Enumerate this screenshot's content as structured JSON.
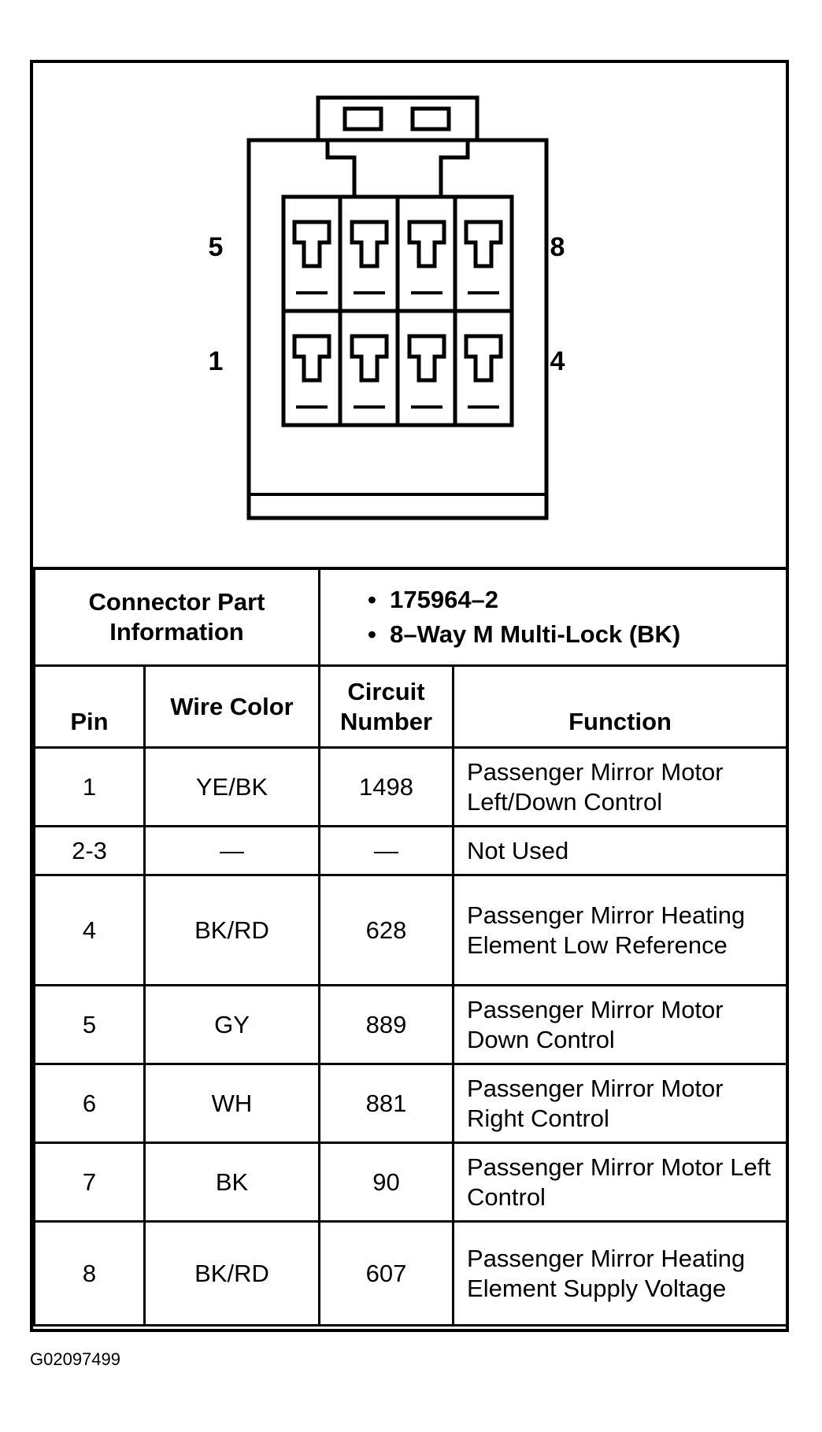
{
  "connector": {
    "pin_labels": {
      "top_left": "5",
      "top_right": "8",
      "bottom_left": "1",
      "bottom_right": "4"
    }
  },
  "part_info": {
    "label": "Connector Part Information",
    "values": [
      "175964–2",
      "8–Way M Multi-Lock (BK)"
    ]
  },
  "table": {
    "headers": {
      "pin": "Pin",
      "wire_color": "Wire Color",
      "circuit_number": "Circuit Number",
      "function": "Function"
    },
    "rows": [
      {
        "pin": "1",
        "wire_color": "YE/BK",
        "circuit": "1498",
        "function": "Passenger Mirror Motor Left/Down Control"
      },
      {
        "pin": "2-3",
        "wire_color": "—",
        "circuit": "—",
        "function": "Not Used"
      },
      {
        "pin": "4",
        "wire_color": "BK/RD",
        "circuit": "628",
        "function": "Passenger Mirror Heating Element Low Reference"
      },
      {
        "pin": "5",
        "wire_color": "GY",
        "circuit": "889",
        "function": "Passenger Mirror Motor Down Control"
      },
      {
        "pin": "6",
        "wire_color": "WH",
        "circuit": "881",
        "function": "Passenger Mirror Motor Right Control"
      },
      {
        "pin": "7",
        "wire_color": "BK",
        "circuit": "90",
        "function": "Passenger Mirror Motor Left Control"
      },
      {
        "pin": "8",
        "wire_color": "BK/RD",
        "circuit": "607",
        "function": "Passenger Mirror Heating Element Supply Voltage"
      }
    ]
  },
  "caption": "G02097499"
}
